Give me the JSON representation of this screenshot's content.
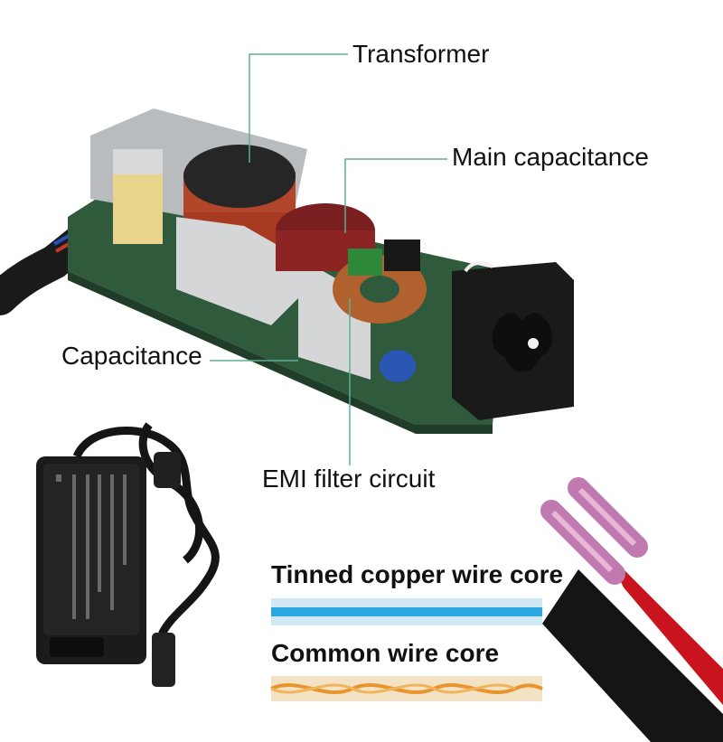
{
  "labels": {
    "transformer": "Transformer",
    "main_capacitance": "Main capacitance",
    "capacitance": "Capacitance",
    "emi_filter": "EMI filter circuit",
    "tinned_core": "Tinned copper wire core",
    "common_core": "Common wire core"
  },
  "colors": {
    "leader_line": "#5fae95",
    "pcb_green": "#2f5b3c",
    "tinned_wire": "#2aa6e0",
    "common_wire": "#e9952d",
    "cable_red": "#c9141d",
    "adapter_black": "#1b1b1b"
  }
}
